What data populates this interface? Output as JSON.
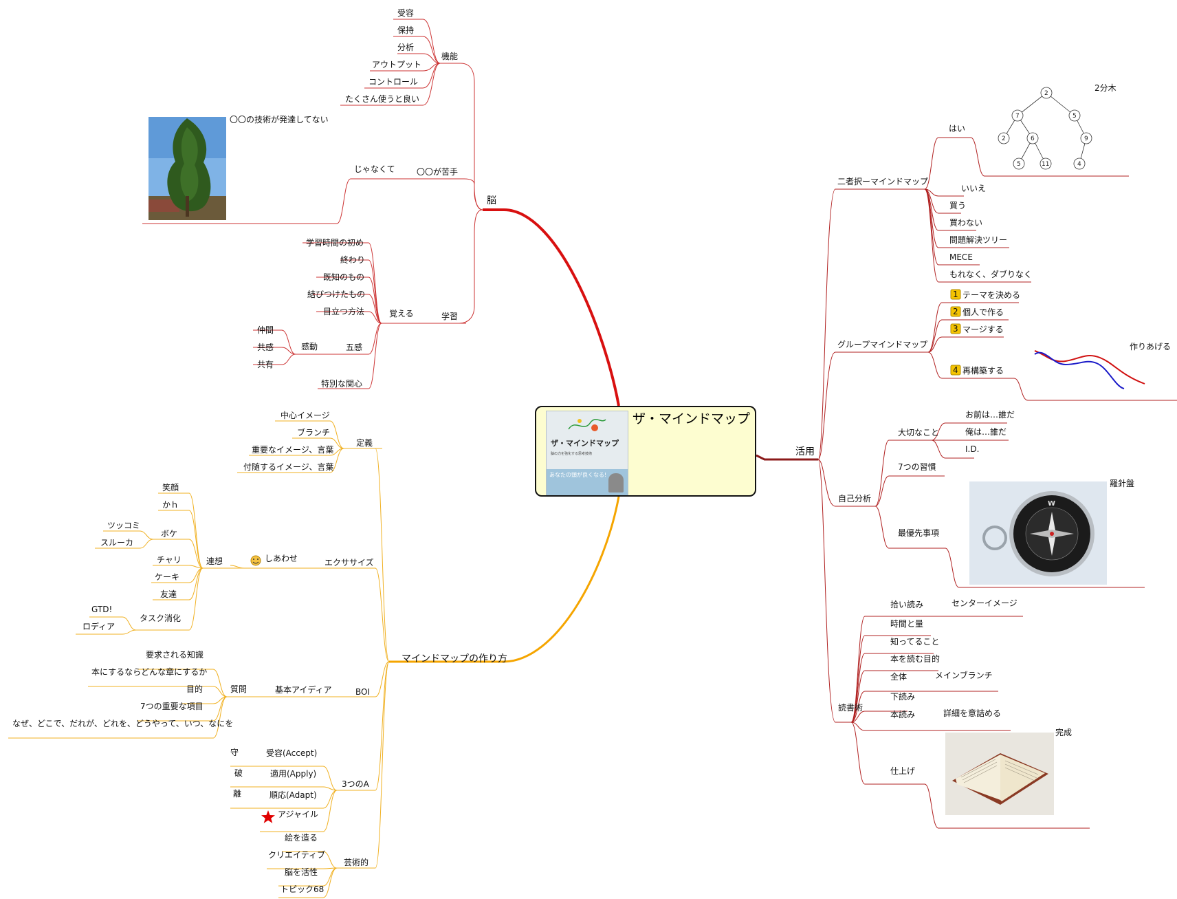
{
  "center": {
    "title": "ザ・マインドマップ",
    "book_title": "ザ・マインドマップ",
    "book_subtitle": "脳の力を強化する思考技術",
    "book_band": "あなたの頭が良くなる!"
  },
  "branches": {
    "brain": {
      "label": "脳",
      "function": {
        "label": "機能",
        "items": [
          "受容",
          "保持",
          "分析",
          "アウトプット",
          "コントロール",
          "たくさん使うと良い"
        ]
      },
      "weak": {
        "label": "〇〇が苦手",
        "sub": "じゃなくて",
        "note": "〇〇の技術が発達してない"
      },
      "learning": {
        "label": "学習",
        "remember": {
          "label": "覚える",
          "items": [
            "学習時間の初め",
            "終わり",
            "既知のもの",
            "結びつけたもの",
            "目立つ方法"
          ],
          "five_senses": {
            "label": "五感",
            "emotion": {
              "label": "感動",
              "items": [
                "仲間",
                "共感",
                "共有"
              ]
            }
          },
          "special": "特別な関心"
        }
      }
    },
    "howto": {
      "label": "マインドマップの作り方",
      "definition": {
        "label": "定義",
        "items": [
          "中心イメージ",
          "ブランチ",
          "重要なイメージ、言葉",
          "付随するイメージ、言葉"
        ]
      },
      "exercise": {
        "label": "エクササイズ",
        "happy": "しあわせ",
        "association": {
          "label": "連想",
          "items": [
            "笑顔",
            "かｈ",
            "ボケ",
            "チャリ",
            "ケーキ",
            "友達"
          ],
          "boke_items": [
            "ツッコミ",
            "スルーカ"
          ],
          "task": {
            "label": "タスク消化",
            "items": [
              "GTD!",
              "ロディア"
            ]
          }
        }
      },
      "boi": {
        "label": "BOI",
        "basic": "基本アイディア",
        "question": {
          "label": "質問",
          "items": [
            "要求される知識",
            "本にするならどんな章にするか",
            "目的",
            "7つの重要な項目",
            "なぜ、どこで、だれが、どれを、どうやって、いつ、なにを"
          ]
        }
      },
      "three_a": {
        "label": "3つのA",
        "items": [
          {
            "label": "受容(Accept)",
            "kanji": "守"
          },
          {
            "label": "適用(Apply)",
            "kanji": "破"
          },
          {
            "label": "順応(Adapt)",
            "kanji": "離"
          }
        ],
        "agile": "アジャイル"
      },
      "art": {
        "label": "芸術的",
        "items": [
          "絵を造る",
          "クリエイティブ",
          "脳を活性",
          "トピック68"
        ]
      }
    },
    "use": {
      "label": "活用",
      "binary": {
        "label": "二者択ーマインドマップ",
        "yes": "はい",
        "tree_label": "2分木",
        "tree_nodes": [
          "2",
          "7",
          "5",
          "2",
          "6",
          "9",
          "5",
          "11",
          "4"
        ],
        "items": [
          "いいえ",
          "買う",
          "買わない",
          "問題解決ツリー",
          "MECE",
          "もれなく、ダブりなく"
        ]
      },
      "group": {
        "label": "グループマインドマップ",
        "steps": [
          {
            "num": "1",
            "label": "テーマを決める"
          },
          {
            "num": "2",
            "label": "個人で作る"
          },
          {
            "num": "3",
            "label": "マージする"
          },
          {
            "num": "4",
            "label": "再構築する"
          }
        ],
        "build_note": "作りあげる"
      },
      "self": {
        "label": "自己分析",
        "important": {
          "label": "大切なこと",
          "items": [
            "お前は…誰だ",
            "俺は…誰だ",
            "I.D."
          ]
        },
        "habits": "7つの習慣",
        "priority": "最優先事項",
        "compass": "羅針盤"
      },
      "reading": {
        "label": "読書術",
        "skim": {
          "label": "拾い読み",
          "sub": "センターイメージ"
        },
        "time": "時間と量",
        "know": "知ってること",
        "purpose": "本を読む目的",
        "whole": {
          "label": "全体",
          "sub": "メインブランチ"
        },
        "pre": "下読み",
        "main": {
          "label": "本読み",
          "sub": "詳細を意詰める"
        },
        "finish": {
          "label": "仕上げ",
          "sub": "完成"
        }
      }
    }
  },
  "colors": {
    "brain": "#d81010",
    "brain_thin": "#cc3333",
    "howto": "#f5a500",
    "howto_thin": "#f0b020",
    "use": "#8b1a1a",
    "use_thin": "#b02020",
    "step_badge": "#f5c400"
  }
}
